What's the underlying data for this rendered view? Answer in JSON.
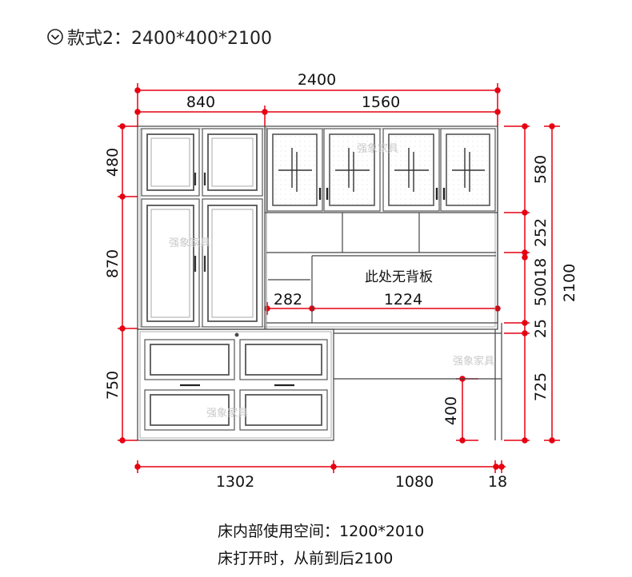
{
  "title": {
    "text": "款式2：2400*400*2100"
  },
  "dims": {
    "total_width": "2400",
    "left_width": "840",
    "right_width": "1560",
    "h_top_left": "480",
    "h_mid_left": "870",
    "h_bot_left": "750",
    "h_top_right": "580",
    "h_shelf": "252",
    "h_small": "50018",
    "h_total": "2100",
    "h_gap": "25",
    "h_desk": "725",
    "h_step": "400",
    "w_282": "282",
    "w_1224": "1224",
    "b_1302": "1302",
    "b_1080": "1080",
    "b_18": "18"
  },
  "note": "此处无背板",
  "watermark": "强象家具",
  "footer": {
    "line1": "床内部使用空间：1200*2010",
    "line2": "床打开时，从前到后2100"
  },
  "colors": {
    "dimension": "#e60012",
    "outline": "#444444",
    "panel": "#7a7a7a"
  }
}
